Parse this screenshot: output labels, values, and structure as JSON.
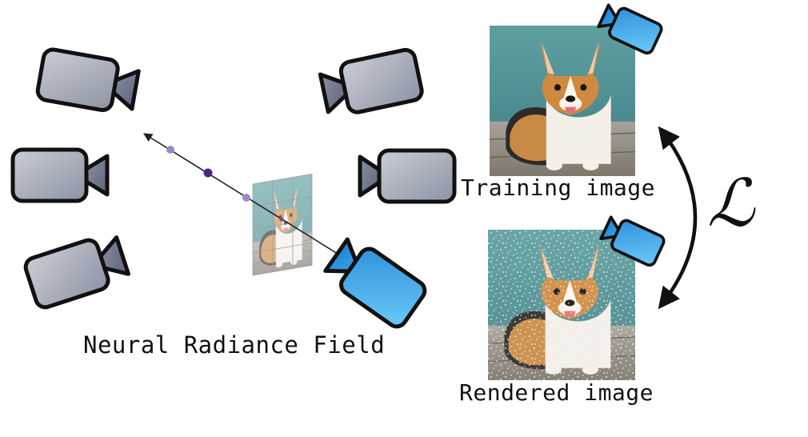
{
  "labels": {
    "nerf_caption": "Neural Radiance Field",
    "training_caption": "Training image",
    "rendered_caption": "Rendered image",
    "loss_symbol": "ℒ"
  },
  "colors": {
    "camera_gray_light": "#b7bcc6",
    "camera_gray_dark": "#6d7386",
    "camera_blue_light": "#67c3f5",
    "camera_blue_dark": "#1e86d6",
    "ray": "#222222",
    "sample_dark": "#4a2a78",
    "sample_light": "#a088c8"
  },
  "icons": {
    "gray_camera": "video-camera-icon",
    "blue_camera": "video-camera-icon",
    "training_photo": "corgi-dog-photo",
    "rendered_photo": "noisy-corgi-dog-photo"
  }
}
